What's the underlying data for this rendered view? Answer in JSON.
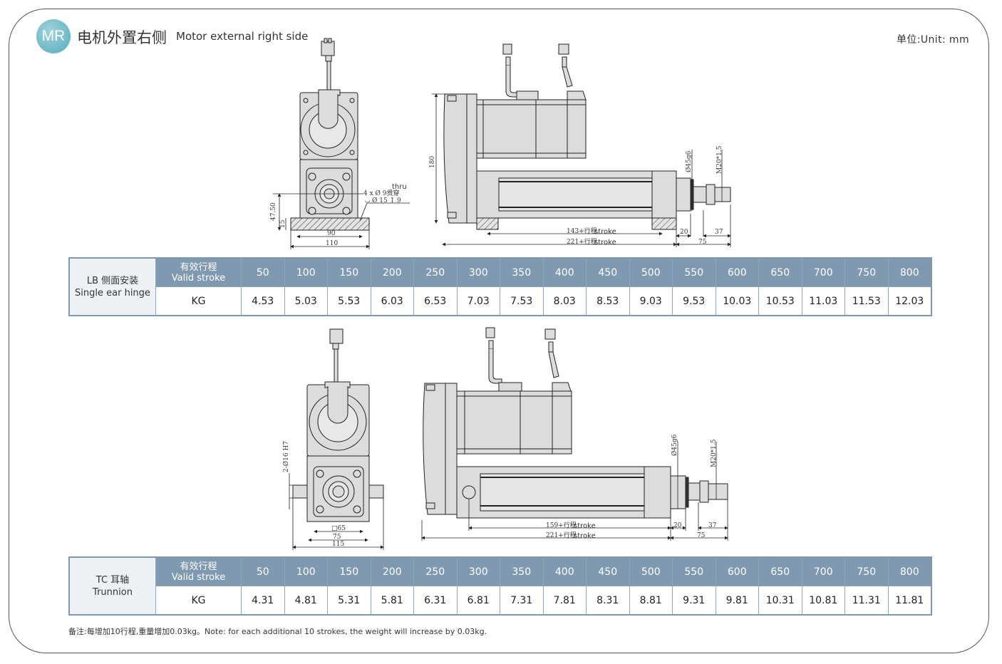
{
  "header": {
    "badge": "MR",
    "title_cn": "电机外置右侧",
    "title_en": "Motor external right side",
    "unit": "单位:Unit: mm"
  },
  "drawing_top": {
    "front_view_dims": {
      "hole_note_1": "thru",
      "hole_note_2": "4 x Ø 9贯穿",
      "hole_note_3": "⌴ Ø 15 ↧ 9",
      "height_center": "47.50",
      "base_height": "15",
      "hole_span": "90",
      "base_width": "110"
    },
    "side_view_dims": {
      "total_height": "180",
      "rod_dia": "Ø45g6",
      "thread": "M20*1.5",
      "stroke_mount": "143+行程",
      "stroke_total": "221+行程",
      "stroke_word": "stroke",
      "d20": "20",
      "d37": "37",
      "d75": "75"
    }
  },
  "table_lb": {
    "label_cn": "LB 侧面安装",
    "label_en": "Single ear hinge",
    "header_cn": "有效行程",
    "header_en": "Valid stroke",
    "row_label": "KG",
    "strokes": [
      "50",
      "100",
      "150",
      "200",
      "250",
      "300",
      "350",
      "400",
      "450",
      "500",
      "550",
      "600",
      "650",
      "700",
      "750",
      "800"
    ],
    "weights": [
      "4.53",
      "5.03",
      "5.53",
      "6.03",
      "6.53",
      "7.03",
      "7.53",
      "8.03",
      "8.53",
      "9.03",
      "9.53",
      "10.03",
      "10.53",
      "11.03",
      "11.53",
      "12.03"
    ]
  },
  "drawing_bottom": {
    "front_view_dims": {
      "pin_dia": "2-Ø16 H7",
      "square": "□65",
      "d75": "75",
      "d115": "115"
    },
    "side_view_dims": {
      "rod_dia": "Ø45g6",
      "thread": "M20*1.5",
      "stroke_mount": "159+行程",
      "stroke_total": "221+行程",
      "stroke_word": "stroke",
      "d20": "20",
      "d37": "37",
      "d75": "75"
    }
  },
  "table_tc": {
    "label_cn": "TC 耳轴",
    "label_en": "Trunnion",
    "header_cn": "有效行程",
    "header_en": "Valid stroke",
    "row_label": "KG",
    "strokes": [
      "50",
      "100",
      "150",
      "200",
      "250",
      "300",
      "350",
      "400",
      "450",
      "500",
      "550",
      "600",
      "650",
      "700",
      "750",
      "800"
    ],
    "weights": [
      "4.31",
      "4.81",
      "5.31",
      "5.81",
      "6.31",
      "6.81",
      "7.31",
      "7.81",
      "8.31",
      "8.81",
      "9.31",
      "9.81",
      "10.31",
      "10.81",
      "11.31",
      "11.81"
    ]
  },
  "note": "备注:每增加10行程,重量增加0.03kg。Note: for each additional 10 strokes, the weight will increase by 0.03kg.",
  "colors": {
    "badge": "#6bb7c6",
    "table_header": "#7f99b1",
    "table_label_bg": "#eef1f4",
    "part_fill": "#dcdcdc"
  }
}
